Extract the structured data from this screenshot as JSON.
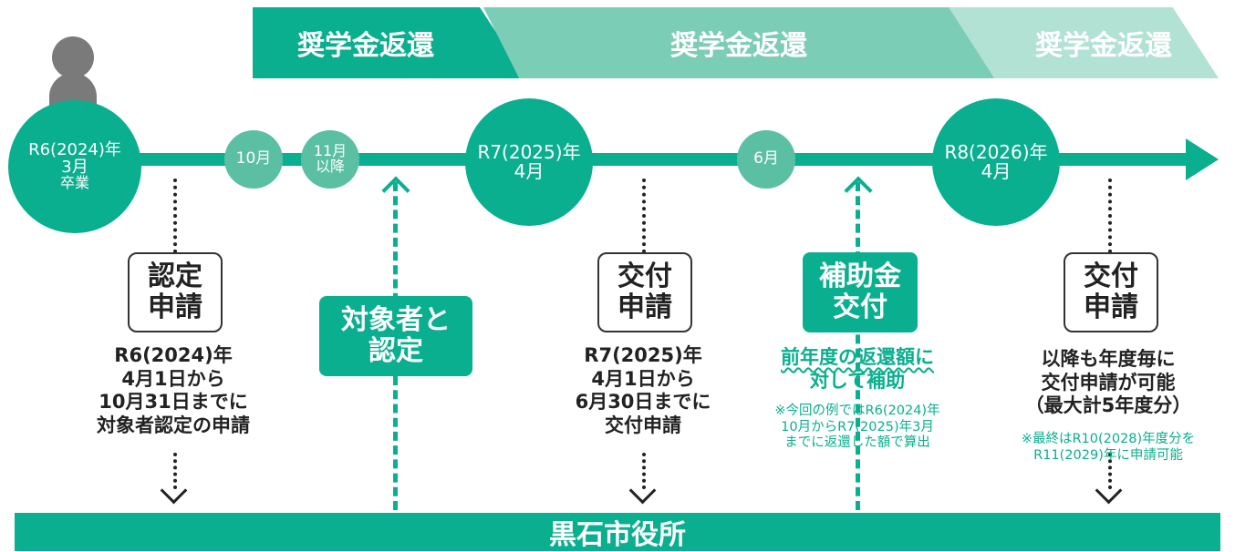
{
  "bands": [
    "奨学金返還",
    "奨学金返還",
    "奨学金返還"
  ],
  "milestones": {
    "graduation": {
      "line1": "R6(2024)年",
      "line2": "3月",
      "line3": "卒業"
    },
    "oct": "10月",
    "nov": {
      "line1": "11月",
      "line2": "以降"
    },
    "r7": {
      "line1": "R7(2025)年",
      "line2": "4月"
    },
    "jun": "6月",
    "r8": {
      "line1": "R8(2026)年",
      "line2": "4月"
    }
  },
  "steps": {
    "certification_application": {
      "box": [
        "認定",
        "申請"
      ],
      "desc": [
        "R6(2024)年",
        "4月1日から",
        "10月31日までに",
        "対象者認定の申請"
      ]
    },
    "certified": {
      "box": [
        "対象者と",
        "認定"
      ]
    },
    "grant_application_1": {
      "box": [
        "交付",
        "申請"
      ],
      "desc": [
        "R7(2025)年",
        "4月1日から",
        "6月30日までに",
        "交付申請"
      ]
    },
    "subsidy_payment": {
      "box": [
        "補助金",
        "交付"
      ],
      "desc": [
        "前年度の返還額に",
        "対して補助"
      ],
      "note": [
        "※今回の例ではR6(2024)年",
        "10月からR7(2025)年3月",
        "までに返還した額で算出"
      ]
    },
    "grant_application_2": {
      "box": [
        "交付",
        "申請"
      ],
      "desc": [
        "以降も年度毎に",
        "交付申請が可能",
        "（最大計5年度分）"
      ],
      "note": [
        "※最終はR10(2028)年度分を",
        "R11(2029)年に申請可能"
      ]
    }
  },
  "office": "黒石市役所",
  "colors": {
    "green": "#0aaf8f",
    "light_green": "#7ccdb5",
    "pale_green": "#b2e2d3",
    "small_circle": "#5bbfa3",
    "person": "#7a7a7a"
  }
}
